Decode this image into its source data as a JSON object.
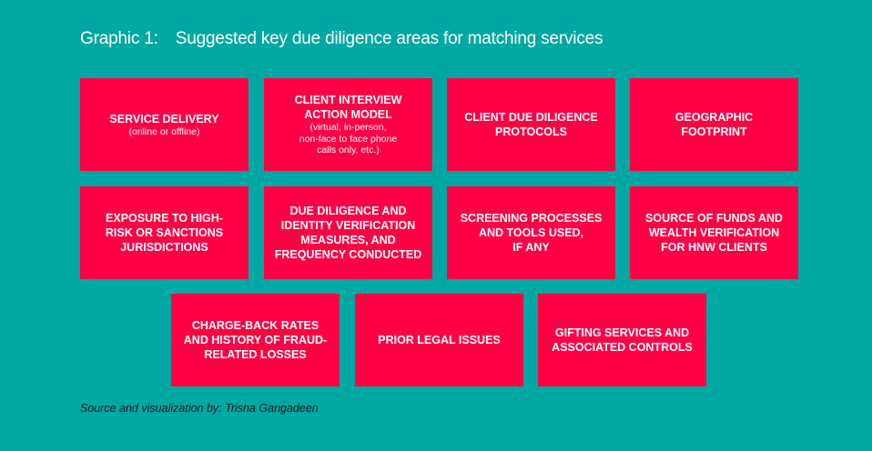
{
  "title": {
    "number": "Graphic 1:",
    "text": "Suggested key due diligence areas for matching services"
  },
  "boxes": [
    {
      "lines": [
        "SERVICE DELIVERY"
      ],
      "sub": [
        "(online or offline)"
      ]
    },
    {
      "lines": [
        "CLIENT INTERVIEW",
        "ACTION MODEL"
      ],
      "sub": [
        "(virtual, in-person,",
        "non-face to face phone",
        "calls only, etc.)"
      ]
    },
    {
      "lines": [
        "CLIENT DUE DILIGENCE",
        "PROTOCOLS"
      ],
      "sub": []
    },
    {
      "lines": [
        "GEOGRAPHIC",
        "FOOTPRINT"
      ],
      "sub": []
    },
    {
      "lines": [
        "EXPOSURE TO HIGH-",
        "RISK OR SANCTIONS",
        "JURISDICTIONS"
      ],
      "sub": []
    },
    {
      "lines": [
        "DUE DILIGENCE AND",
        "IDENTITY VERIFICATION",
        "MEASURES, AND",
        "FREQUENCY CONDUCTED"
      ],
      "sub": []
    },
    {
      "lines": [
        "SCREENING PROCESSES",
        "AND TOOLS USED,",
        "IF ANY"
      ],
      "sub": []
    },
    {
      "lines": [
        "SOURCE OF FUNDS AND",
        "WEALTH VERIFICATION",
        "FOR HNW CLIENTS"
      ],
      "sub": []
    },
    {
      "lines": [
        "CHARGE-BACK RATES",
        "AND HISTORY OF FRAUD-",
        "RELATED LOSSES"
      ],
      "sub": []
    },
    {
      "lines": [
        "PRIOR LEGAL ISSUES"
      ],
      "sub": []
    },
    {
      "lines": [
        "GIFTING SERVICES AND",
        "ASSOCIATED CONTROLS"
      ],
      "sub": []
    }
  ],
  "source": "Source and visualization by: Trisha Gangadeen",
  "colors": {
    "background": "#00a8a3",
    "box": "#ff0044"
  }
}
